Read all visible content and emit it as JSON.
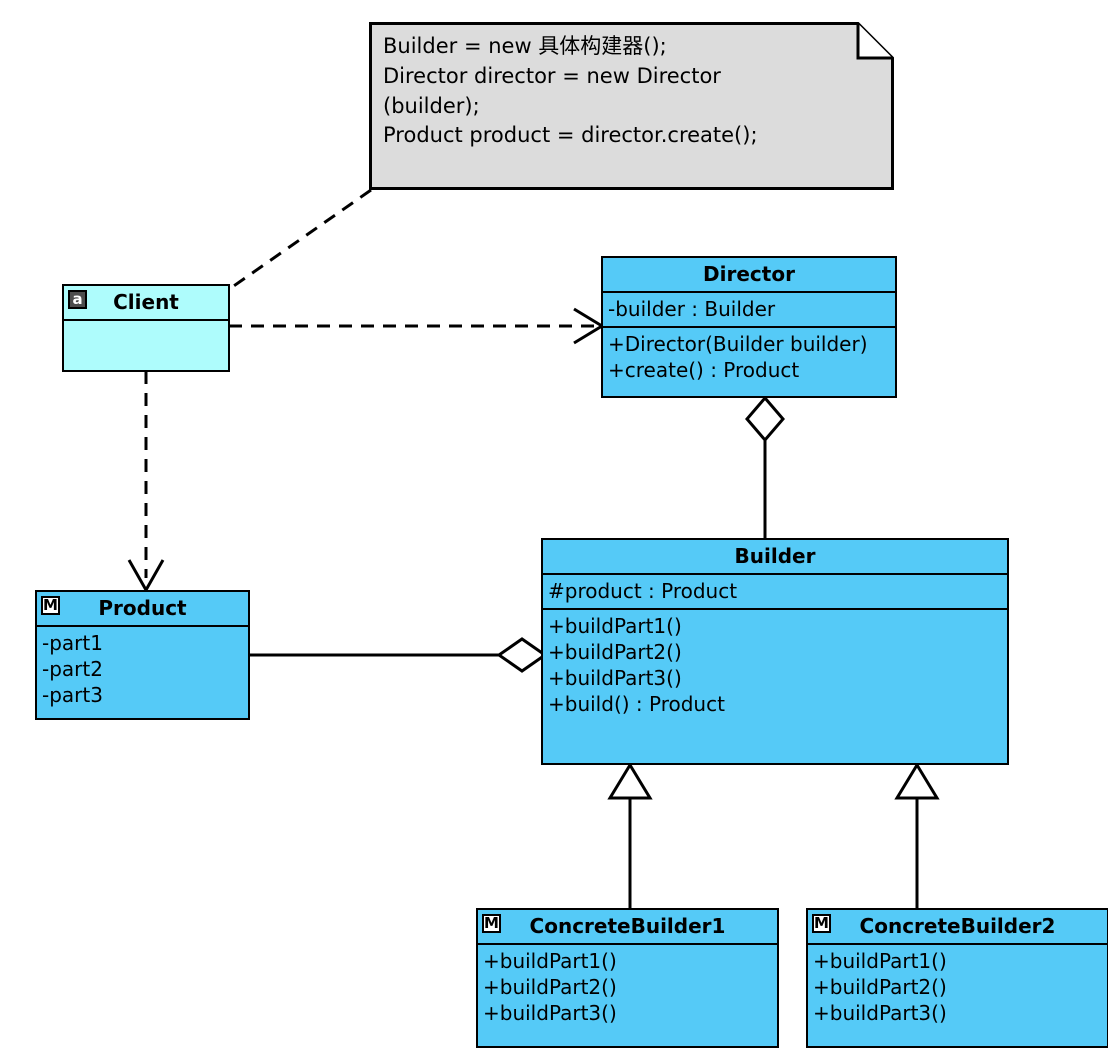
{
  "diagram": {
    "title": "Builder Pattern UML Class Diagram",
    "colors": {
      "class_fill": "#55caf7",
      "client_fill": "#aefcfc",
      "note_fill": "#dcdcdc",
      "line": "#000000",
      "text": "#000000"
    }
  },
  "note": {
    "text": "Builder = new 具体构建器();\nDirector director = new Director\n(builder);\nProduct product = director.create();"
  },
  "classes": {
    "client": {
      "badge": "a",
      "badge_icon": "abstract-badge-icon",
      "name": "Client",
      "attributes": [],
      "operations": []
    },
    "director": {
      "badge": "",
      "name": "Director",
      "attributes": [
        "-builder : Builder"
      ],
      "operations": [
        "+Director(Builder builder)",
        "+create() : Product"
      ]
    },
    "builder": {
      "badge": "",
      "name": "Builder",
      "attributes": [
        "#product : Product"
      ],
      "operations": [
        "+buildPart1()",
        "+buildPart2()",
        "+buildPart3()",
        "+build() : Product"
      ]
    },
    "product": {
      "badge": "M",
      "badge_icon": "model-badge-icon",
      "name": "Product",
      "attributes": [
        "-part1",
        "-part2",
        "-part3"
      ],
      "operations": []
    },
    "concrete_builder_1": {
      "badge": "M",
      "badge_icon": "model-badge-icon",
      "name": "ConcreteBuilder1",
      "attributes": [],
      "operations": [
        "+buildPart1()",
        "+buildPart2()",
        "+buildPart3()"
      ]
    },
    "concrete_builder_2": {
      "badge": "M",
      "badge_icon": "model-badge-icon",
      "name": "ConcreteBuilder2",
      "attributes": [],
      "operations": [
        "+buildPart1()",
        "+buildPart2()",
        "+buildPart3()"
      ]
    }
  },
  "relations": [
    {
      "id": "note-client",
      "type": "note-anchor",
      "from": "note",
      "to": "Client",
      "style": "dashed"
    },
    {
      "id": "client-director",
      "type": "dependency",
      "from": "Client",
      "to": "Director",
      "style": "dashed",
      "arrow": "open"
    },
    {
      "id": "client-product",
      "type": "dependency",
      "from": "Client",
      "to": "Product",
      "style": "dashed",
      "arrow": "open"
    },
    {
      "id": "director-builder",
      "type": "aggregation",
      "from": "Builder",
      "to": "Director",
      "style": "solid",
      "arrow": "hollow-diamond"
    },
    {
      "id": "product-builder",
      "type": "aggregation",
      "from": "Product",
      "to": "Builder",
      "style": "solid",
      "arrow": "hollow-diamond"
    },
    {
      "id": "cb1-builder",
      "type": "generalization",
      "from": "ConcreteBuilder1",
      "to": "Builder",
      "style": "solid",
      "arrow": "hollow-triangle"
    },
    {
      "id": "cb2-builder",
      "type": "generalization",
      "from": "ConcreteBuilder2",
      "to": "Builder",
      "style": "solid",
      "arrow": "hollow-triangle"
    }
  ]
}
